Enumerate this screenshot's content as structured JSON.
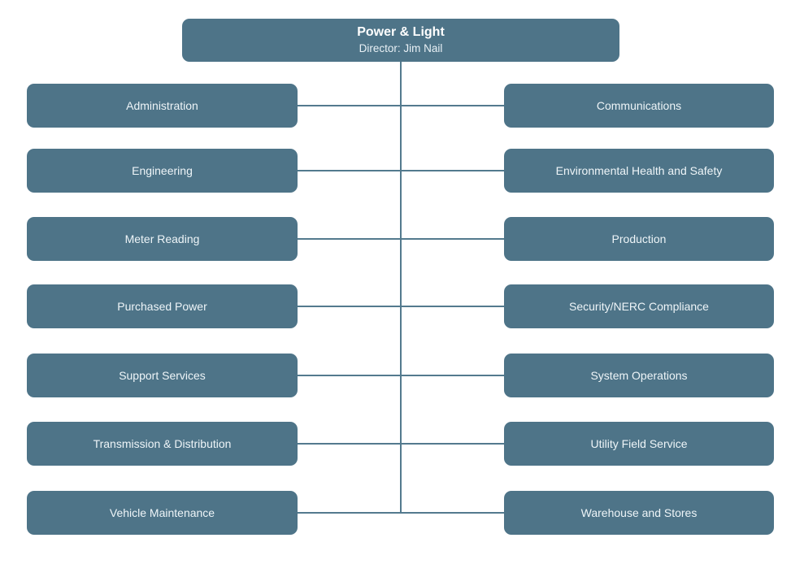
{
  "org_chart": {
    "root": {
      "title": "Power & Light",
      "subtitle": "Director: Jim Nail"
    },
    "left_column": [
      "Administration",
      "Engineering",
      "Meter Reading",
      "Purchased Power",
      "Support Services",
      "Transmission & Distribution",
      "Vehicle Maintenance"
    ],
    "right_column": [
      "Communications",
      "Environmental Health and Safety",
      "Production",
      "Security/NERC Compliance",
      "System Operations",
      "Utility Field Service",
      "Warehouse and Stores"
    ]
  },
  "theme": {
    "box_fill": "#4e7488",
    "connector": "#537a8e",
    "title_text": "#ffffff",
    "subtitle_text": "#e9f1f6",
    "label_text": "#eef5f8",
    "background": "#ffffff"
  }
}
